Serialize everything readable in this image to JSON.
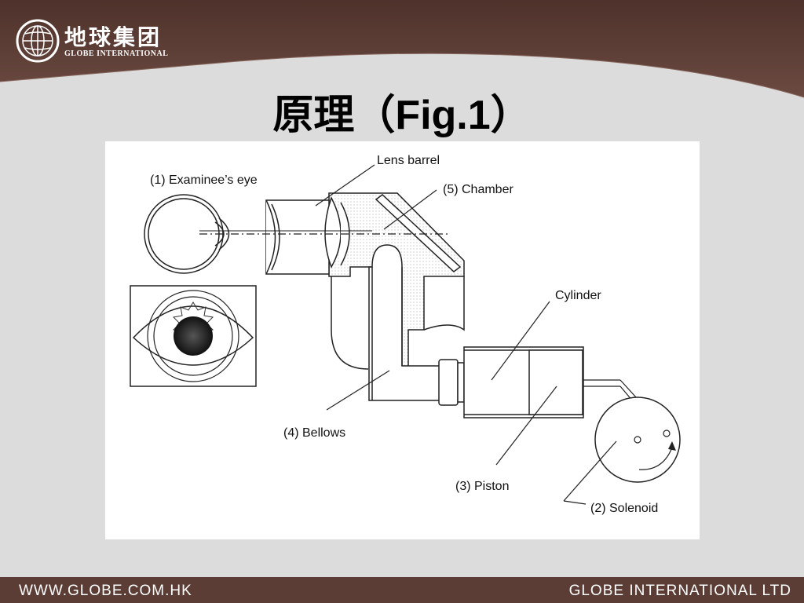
{
  "header": {
    "brand_cn": "地球集团",
    "brand_en": "GLOBE INTERNATIONAL",
    "band_color": "#5c3d35"
  },
  "slide": {
    "title": "原理（Fig.1）"
  },
  "diagram": {
    "labels": {
      "lens_barrel": "Lens barrel",
      "examinee_eye": "(1) Examinee’s eye",
      "chamber": "(5) Chamber",
      "cylinder": "Cylinder",
      "bellows": "(4) Bellows",
      "piston": "(3) Piston",
      "solenoid": "(2) Solenoid"
    }
  },
  "footer": {
    "left": "WWW.GLOBE.COM.HK",
    "right": "GLOBE INTERNATIONAL LTD"
  }
}
